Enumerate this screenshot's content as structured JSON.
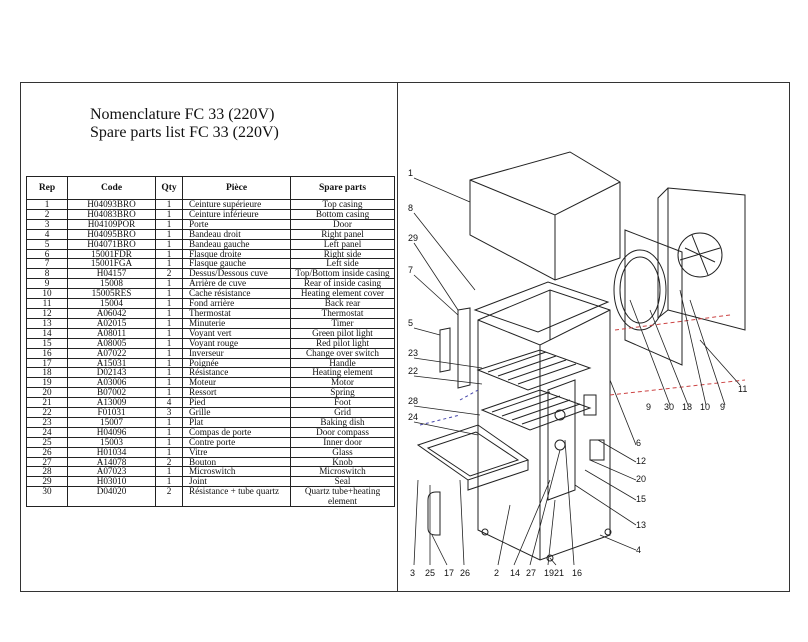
{
  "title": {
    "fr": "Nomenclature FC 33 (220V)",
    "en": "Spare parts list FC 33 (220V)"
  },
  "table": {
    "headers": [
      "Rep",
      "Code",
      "Qty",
      "Pièce",
      "Spare parts"
    ],
    "rows": [
      [
        "1",
        "H04093BRO",
        "1",
        "Ceinture supérieure",
        "Top casing"
      ],
      [
        "2",
        "H04083BRO",
        "1",
        "Ceinture inférieure",
        "Bottom casing"
      ],
      [
        "3",
        "H04109POR",
        "1",
        "Porte",
        "Door"
      ],
      [
        "4",
        "H04095BRO",
        "1",
        "Bandeau droit",
        "Right panel"
      ],
      [
        "5",
        "H04071BRO",
        "1",
        "Bandeau gauche",
        "Left panel"
      ],
      [
        "6",
        "15001FDR",
        "1",
        "Flasque droite",
        "Right side"
      ],
      [
        "7",
        "15001FGA",
        "1",
        "Flasque gauche",
        "Left side"
      ],
      [
        "8",
        "H04157",
        "2",
        "Dessus/Dessous cuve",
        "Top/Bottom inside casing"
      ],
      [
        "9",
        "15008",
        "1",
        "Arrière de cuve",
        "Rear of inside casing"
      ],
      [
        "10",
        "15005RES",
        "1",
        "Cache résistance",
        "Heating element cover"
      ],
      [
        "11",
        "15004",
        "1",
        "Fond arrière",
        "Back rear"
      ],
      [
        "12",
        "A06042",
        "1",
        "Thermostat",
        "Thermostat"
      ],
      [
        "13",
        "A02015",
        "1",
        "Minuterie",
        "Timer"
      ],
      [
        "14",
        "A08011",
        "1",
        "Voyant vert",
        "Green pilot light"
      ],
      [
        "15",
        "A08005",
        "1",
        "Voyant rouge",
        "Red pilot light"
      ],
      [
        "16",
        "A07022",
        "1",
        "Inverseur",
        "Change over switch"
      ],
      [
        "17",
        "A15031",
        "1",
        "Poignée",
        "Handle"
      ],
      [
        "18",
        "D02143",
        "1",
        "Résistance",
        "Heating element"
      ],
      [
        "19",
        "A03006",
        "1",
        "Moteur",
        "Motor"
      ],
      [
        "20",
        "B07002",
        "1",
        "Ressort",
        "Spring"
      ],
      [
        "21",
        "A13009",
        "4",
        "Pied",
        "Foot"
      ],
      [
        "22",
        "F01031",
        "3",
        "Grille",
        "Grid"
      ],
      [
        "23",
        "15007",
        "1",
        "Plat",
        "Baking dish"
      ],
      [
        "24",
        "H04096",
        "1",
        "Compas de porte",
        "Door compass"
      ],
      [
        "25",
        "15003",
        "1",
        "Contre porte",
        "Inner door"
      ],
      [
        "26",
        "H01034",
        "1",
        "Vitre",
        "Glass"
      ],
      [
        "27",
        "A14078",
        "2",
        "Bouton",
        "Knob"
      ],
      [
        "28",
        "A07023",
        "1",
        "Microswitch",
        "Microswitch"
      ],
      [
        "29",
        "H03010",
        "1",
        "Joint",
        "Seal"
      ],
      [
        "30",
        "D04020",
        "2",
        "Résistance + tube quartz",
        "Quartz tube+heating element"
      ]
    ]
  },
  "diagram": {
    "callouts_left": [
      "1",
      "8",
      "29",
      "7",
      "5",
      "23",
      "22",
      "28",
      "24"
    ],
    "callouts_right": [
      "11",
      "9",
      "10",
      "18",
      "30",
      "9",
      "6",
      "12",
      "20",
      "15",
      "13",
      "4"
    ],
    "callouts_bottom": [
      "3",
      "25",
      "17",
      "26",
      "2",
      "14",
      "27",
      "19",
      "21",
      "16"
    ]
  }
}
